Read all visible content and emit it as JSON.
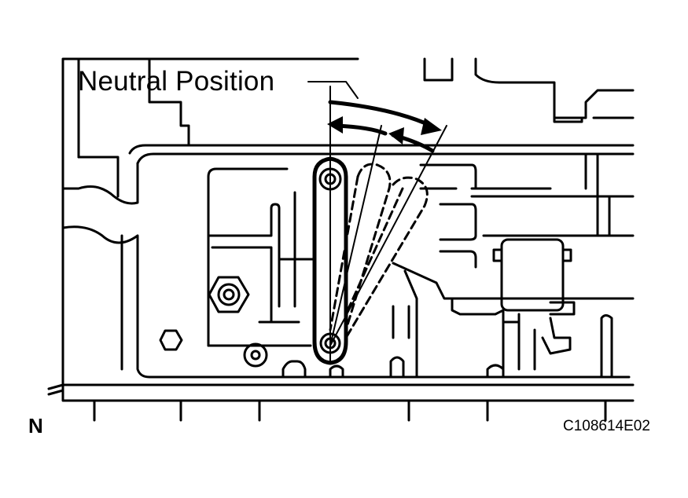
{
  "figure": {
    "callout_label": "Neutral Position",
    "view_letter": "N",
    "figure_code": "C108614E02"
  },
  "colors": {
    "line": "#000000",
    "background": "#ffffff"
  },
  "icons": [
    "manual-valve-lever",
    "rotation-arrow",
    "bolt-head",
    "connector"
  ]
}
